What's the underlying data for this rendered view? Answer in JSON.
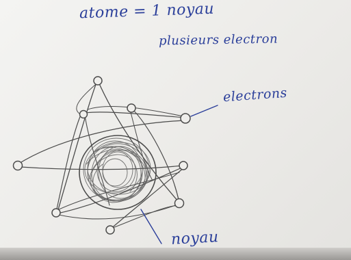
{
  "text": {
    "title": "atome = 1 noyau",
    "subtitle": "plusieurs electron",
    "electron_label": "electrons",
    "nucleus_label": "noyau"
  },
  "colors": {
    "paper": "#efeeeb",
    "ink_blue": "#2b3f9a",
    "pencil": "#3a3a3a"
  }
}
